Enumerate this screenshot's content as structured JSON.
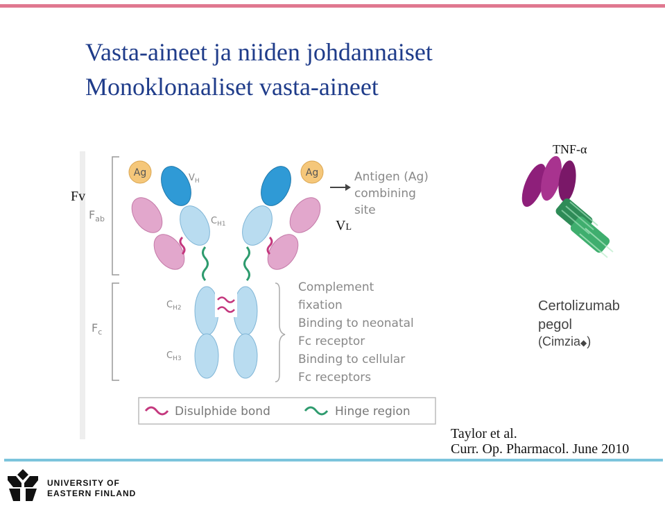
{
  "slide": {
    "title_line1": "Vasta-aineet ja niiden johdannaiset",
    "title_line2": "Monoklonaaliset vasta-aineet"
  },
  "labels": {
    "tnf": "TNF-α",
    "fv": "Fv",
    "vl_main": "V",
    "vl_sub": "L"
  },
  "antibody_figure": {
    "ag_left": "Ag",
    "ag_right": "Ag",
    "vh_main": "V",
    "vh_sub": "H",
    "ch1_main": "C",
    "ch1_sub": "H1",
    "ch2_main": "C",
    "ch2_sub": "H2",
    "ch3_main": "C",
    "ch3_sub": "H3",
    "fab_main": "F",
    "fab_sub": "ab",
    "fc_main": "F",
    "fc_sub": "c",
    "antigen_site_lines": [
      "Antigen (Ag)",
      "combining",
      "site"
    ],
    "fc_functions": [
      "Complement",
      "fixation",
      "Binding to neonatal",
      "Fc receptor",
      "Binding to cellular",
      "Fc receptors"
    ],
    "legend": {
      "disulphide": "Disulphide bond",
      "hinge": "Hinge region"
    },
    "colors": {
      "heavy_variable": "#2f9ad6",
      "heavy_constant": "#b9dcf0",
      "light_chain": "#e2a7cc",
      "antigen": "#f5c77a",
      "disulphide": "#c4387e",
      "hinge": "#2e9b6e"
    }
  },
  "drug": {
    "name_line1": "Certolizumab",
    "name_line2": "pegol",
    "brand": "(Cimzia",
    "brand_end": ")",
    "colors": {
      "tnf": "#8e1f7a",
      "antibody": "#2e8b57"
    }
  },
  "citation": {
    "line1": "Taylor et al.",
    "line2": "Curr. Op. Pharmacol. June 2010"
  },
  "footer": {
    "university_line1": "UNIVERSITY OF",
    "university_line2": "EASTERN FINLAND"
  },
  "theme": {
    "title_color": "#1f3c8a",
    "top_stripe": "#e07890",
    "bottom_stripe": "#7cc4dc"
  }
}
